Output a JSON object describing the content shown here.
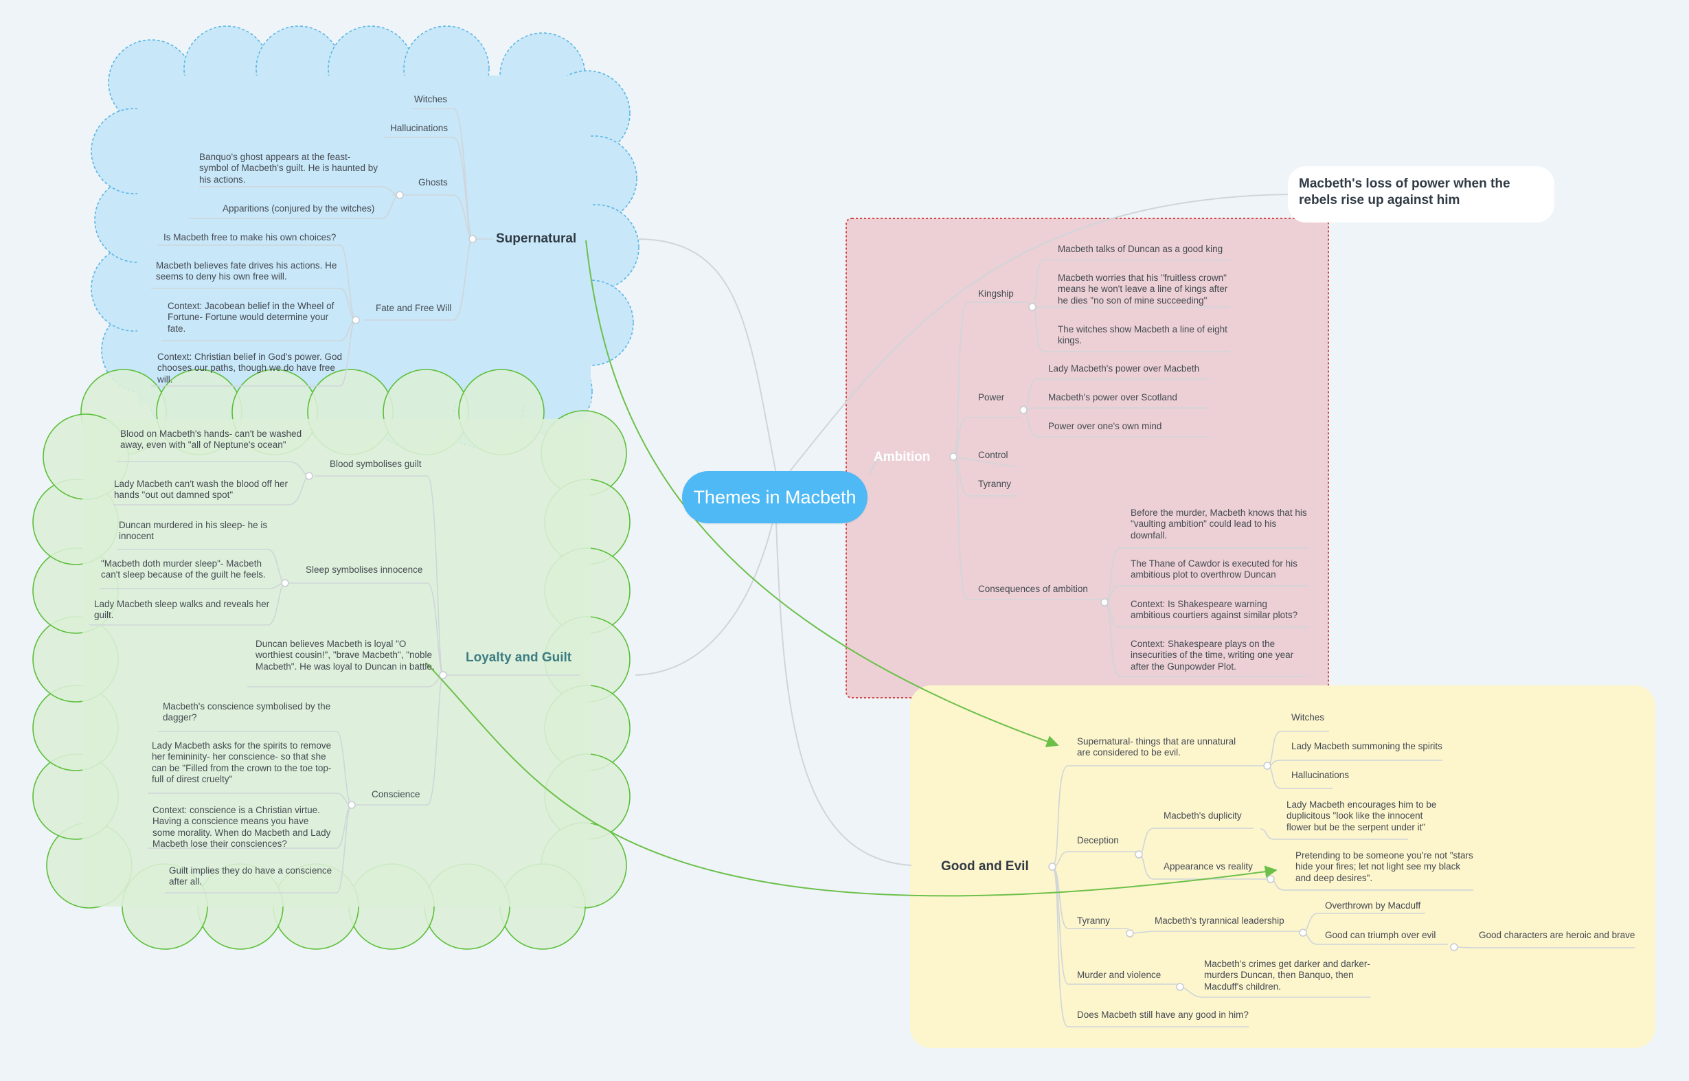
{
  "central": "Themes in Macbeth",
  "floating_topic": "Macbeth's loss of power when the rebels rise up against him",
  "colors": {
    "background": "#eef4f7",
    "central": "#4fb9f5",
    "supernatural_fill": "#c8e7f8",
    "supernatural_border": "#5ab6e8",
    "loyalty_fill": "#dcefd7",
    "loyalty_border": "#5cbf3a",
    "ambition_fill": "#ecd0d5",
    "ambition_border": "#d64545",
    "good_evil_fill": "#fdf5cc",
    "relationship_arrow": "#6cc04a",
    "branch_line": "#cfd5da"
  },
  "supernatural": {
    "title": "Supernatural",
    "witches": "Witches",
    "hallucinations": "Hallucinations",
    "ghosts": "Ghosts",
    "ghost_banquo": "Banquo's ghost appears at the feast- symbol of Macbeth's guilt. He is haunted by his actions.",
    "ghost_apparitions": "Apparitions (conjured by the witches)",
    "fate": "Fate and Free Will",
    "fate_q": "Is Macbeth free to make his own choices?",
    "fate_belief": "Macbeth believes fate drives his actions. He seems to deny his own free will.",
    "fate_wheel": "Context: Jacobean belief in the Wheel of Fortune- Fortune would determine your fate.",
    "fate_god": "Context: Christian belief in God's power. God chooses our paths, though we do have free will."
  },
  "loyalty": {
    "title": "Loyalty and Guilt",
    "blood": "Blood symbolises guilt",
    "blood_hands": "Blood on Macbeth's hands- can't be washed away, even with \"all of Neptune's ocean\"",
    "blood_lady": "Lady Macbeth can't wash the blood off her hands \"out out damned spot\"",
    "sleep": "Sleep symbolises innocence",
    "sleep_duncan": "Duncan murdered in his sleep- he is innocent",
    "sleep_murder": "\"Macbeth doth murder sleep\"- Macbeth can't sleep because of the guilt he feels.",
    "sleep_walks": "Lady Macbeth sleep walks and reveals her guilt.",
    "duncan_loyal": "Duncan believes Macbeth is loyal \"O worthiest cousin!\", \"brave Macbeth\", \"noble Macbeth\". He was loyal to Duncan in battle.",
    "conscience": "Conscience",
    "con_dagger": "Macbeth's conscience symbolised by the dagger?",
    "con_lady": "Lady Macbeth asks for the spirits to remove her femininity- her conscience- so that she can be \"Filled from the crown to the toe top-full of direst cruelty\"",
    "con_christian": "Context: conscience is a Christian virtue. Having a conscience means you have some morality. When do Macbeth and Lady Macbeth lose their consciences?",
    "con_guilt": "Guilt implies they do have a conscience after all."
  },
  "ambition": {
    "title": "Ambition",
    "kingship": "Kingship",
    "king_duncan": "Macbeth talks of Duncan as a good king",
    "king_crown": "Macbeth worries that his \"fruitless crown\" means he won't leave a line of kings after he dies \"no son of mine succeeding\"",
    "king_witches": "The witches show Macbeth a line of eight kings.",
    "power": "Power",
    "power_lady": "Lady Macbeth's power over Macbeth",
    "power_scotland": "Macbeth's power over Scotland",
    "power_mind": "Power over one's own mind",
    "control": "Control",
    "tyranny": "Tyranny",
    "consequences": "Consequences of ambition",
    "cons_vaulting": "Before the murder, Macbeth knows that his \"vaulting ambition\" could lead to his downfall.",
    "cons_cawdor": "The Thane of Cawdor is executed for his ambitious plot to overthrow Duncan",
    "cons_warning": "Context: Is Shakespeare warning ambitious courtiers against similar plots?",
    "cons_gunpowder": "Context: Shakespeare plays on the insecurities of the time, writing one year after the Gunpowder Plot."
  },
  "good_evil": {
    "title": "Good and Evil",
    "supernatural": "Supernatural- things that are unnatural are considered to be evil.",
    "sup_witches": "Witches",
    "sup_lady": "Lady Macbeth summoning the spirits",
    "sup_halluc": "Hallucinations",
    "deception": "Deception",
    "duplicity": "Macbeth's duplicity",
    "dup_flower": "Lady Macbeth encourages him to be duplicitous \"look like the innocent flower but be the serpent under it\"",
    "appearance": "Appearance vs reality",
    "app_stars": "Pretending to be someone you're not \"stars hide your fires; let not light see my black and deep desires\".",
    "tyranny": "Tyranny",
    "tyr_lead": "Macbeth's tyrannical leadership",
    "tyr_macduff": "Overthrown by Macduff",
    "tyr_good": "Good can triumph over evil",
    "tyr_heroic": "Good characters are heroic and brave",
    "murder": "Murder and violence",
    "murder_crimes": "Macbeth's crimes get darker and darker- murders Duncan, then Banquo, then Macduff's children.",
    "still_good": "Does Macbeth still have any good in him?"
  }
}
